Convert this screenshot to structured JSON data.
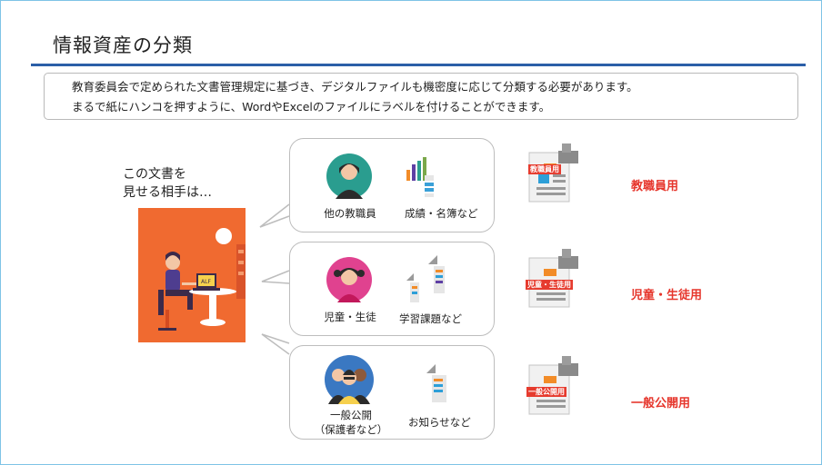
{
  "title": "情報資産の分類",
  "description": {
    "line1": "教育委員会で定められた文書管理規定に基づき、デジタルファイルも機密度に応じて分類する必要があります。",
    "line2": "まるで紙にハンコを押すように、WordやExcelのファイルにラベルを付けることができます。"
  },
  "question": {
    "line1": "この文書を",
    "line2": "見せる相手は…"
  },
  "illustration_screen_text": "ALF",
  "rows": [
    {
      "audience": "他の教職員",
      "audience2": "",
      "examples": "成績・名簿など",
      "stamp": "教職員用",
      "category": "教職員用",
      "avatar_color": "#2a9d8f"
    },
    {
      "audience": "児童・生徒",
      "audience2": "",
      "examples": "学習課題など",
      "stamp": "児童・生徒用",
      "category": "児童・生徒用",
      "avatar_color": "#e0428f"
    },
    {
      "audience": "一般公開",
      "audience2": "（保護者など）",
      "examples": "お知らせなど",
      "stamp": "一般公開用",
      "category": "一般公開用",
      "avatar_color": "#3a78c2"
    }
  ],
  "colors": {
    "accent": "#2b5fa8",
    "category": "#e6362c",
    "frame": "#7ec3e6",
    "illustration": "#f06a30"
  }
}
